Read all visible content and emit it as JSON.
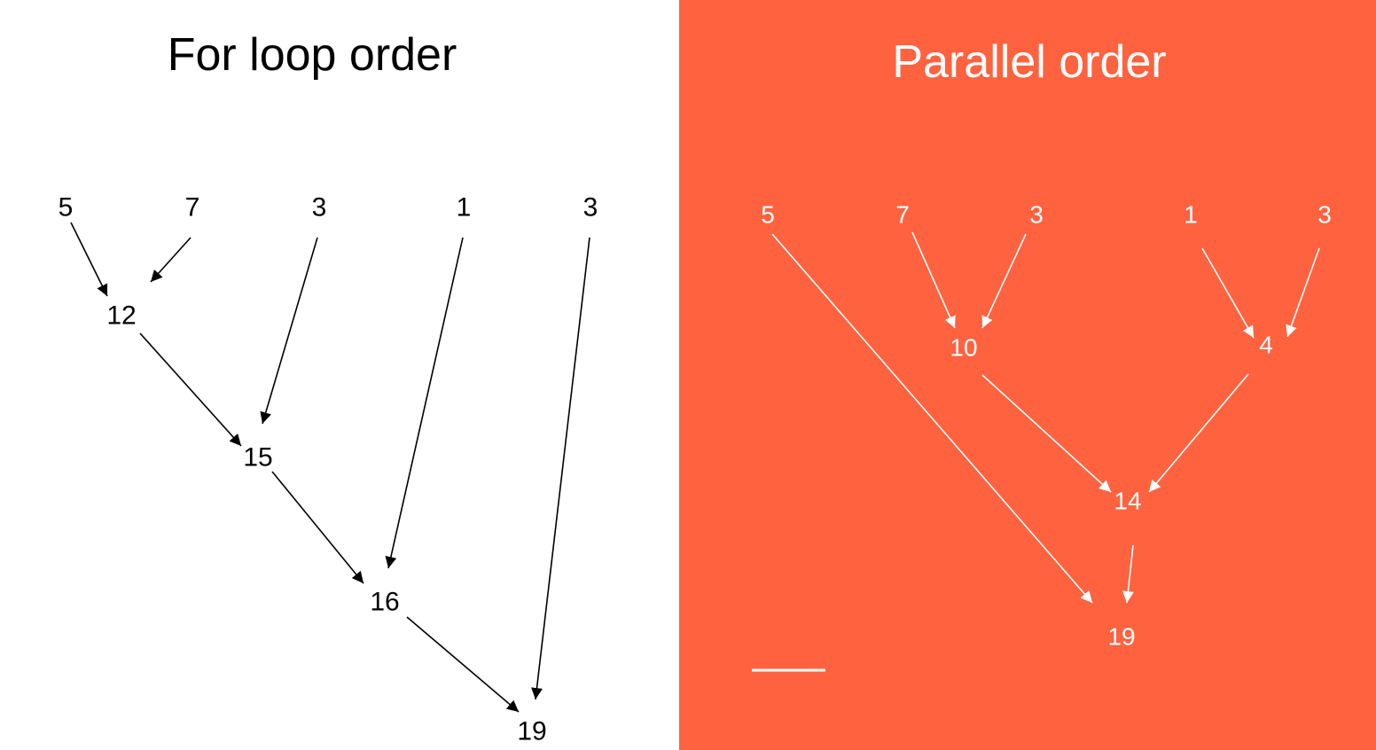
{
  "colors": {
    "left_background": "#ffffff",
    "left_ink": "#000000",
    "right_background": "#ff623f",
    "right_ink": "#ffffff"
  },
  "left": {
    "title": "For loop order",
    "nodes": [
      {
        "id": "a5",
        "label": "5"
      },
      {
        "id": "a7",
        "label": "7"
      },
      {
        "id": "a3",
        "label": "3"
      },
      {
        "id": "a1",
        "label": "1"
      },
      {
        "id": "a3b",
        "label": "3"
      },
      {
        "id": "s12",
        "label": "12"
      },
      {
        "id": "s15",
        "label": "15"
      },
      {
        "id": "s16",
        "label": "16"
      },
      {
        "id": "s19",
        "label": "19"
      }
    ],
    "edges": [
      [
        "a5",
        "s12"
      ],
      [
        "a7",
        "s12"
      ],
      [
        "s12",
        "s15"
      ],
      [
        "a3",
        "s15"
      ],
      [
        "s15",
        "s16"
      ],
      [
        "a1",
        "s16"
      ],
      [
        "s16",
        "s19"
      ],
      [
        "a3b",
        "s19"
      ]
    ]
  },
  "right": {
    "title": "Parallel order",
    "nodes": [
      {
        "id": "b5",
        "label": "5"
      },
      {
        "id": "b7",
        "label": "7"
      },
      {
        "id": "b3",
        "label": "3"
      },
      {
        "id": "b1",
        "label": "1"
      },
      {
        "id": "b3b",
        "label": "3"
      },
      {
        "id": "p10",
        "label": "10"
      },
      {
        "id": "p4",
        "label": "4"
      },
      {
        "id": "p14",
        "label": "14"
      },
      {
        "id": "p19",
        "label": "19"
      }
    ],
    "edges": [
      [
        "b7",
        "p10"
      ],
      [
        "b3",
        "p10"
      ],
      [
        "b1",
        "p4"
      ],
      [
        "b3b",
        "p4"
      ],
      [
        "p10",
        "p14"
      ],
      [
        "p4",
        "p14"
      ],
      [
        "p14",
        "p19"
      ],
      [
        "b5",
        "p19"
      ]
    ]
  }
}
